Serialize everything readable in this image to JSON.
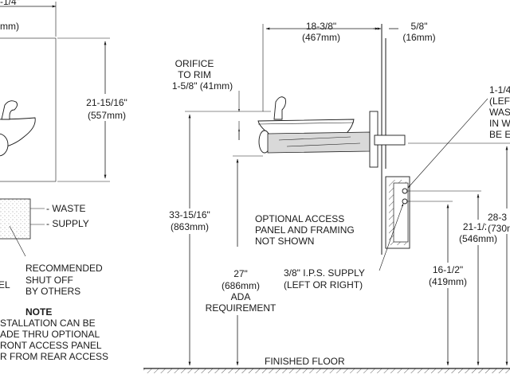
{
  "left_view": {
    "top_dim_line1": "-1/4\"",
    "top_dim_line2": "mm)",
    "height_dim": "21-15/16\"",
    "height_dim_mm": "(557mm)",
    "waste_label": "- WASTE",
    "supply_label": "- SUPPLY",
    "shutoff_line1": "RECOMMENDED",
    "shutoff_line2": "SHUT OFF",
    "shutoff_line3": "BY OTHERS",
    "panel_fragment": "EL",
    "note_title": "NOTE",
    "note_line1": "STALLATION CAN BE",
    "note_line2": "ADE THRU OPTIONAL",
    "note_line3": "RONT ACCESS PANEL",
    "note_line4": "R FROM REAR ACCESS"
  },
  "side_view": {
    "width_dim": "18-3/8\"",
    "width_dim_mm": "(467mm)",
    "wall_dim": "5/8\"",
    "wall_dim_mm": "(16mm)",
    "orifice_line1": "ORIFICE",
    "orifice_line2": "TO RIM",
    "orifice_line3": "1-5/8\" (41mm)",
    "rim_height": "33-15/16\"",
    "rim_height_mm": "(863mm)",
    "ada_height": "27\"",
    "ada_height_mm": "(686mm)",
    "ada_line1": "ADA",
    "ada_line2": "REQUIREMENT",
    "access_line1": "OPTIONAL ACCESS",
    "access_line2": "PANEL AND FRAMING",
    "access_line3": "NOT SHOWN",
    "supply_line1": "3/8\" I.P.S. SUPPLY",
    "supply_line2": "(LEFT OR RIGHT)",
    "supply_height": "16-1/2\"",
    "supply_height_mm": "(419mm)",
    "waste_height": "21-1/2\"",
    "waste_height_mm": "(546mm)",
    "top_height": "28-3",
    "top_height_mm": "(730m",
    "waste_note_line1": "1-1/4",
    "waste_note_line2": "(LEF",
    "waste_note_line3": "WAS",
    "waste_note_line4": "IN W",
    "waste_note_line5": "BE E",
    "floor_label": "FINISHED FLOOR"
  }
}
